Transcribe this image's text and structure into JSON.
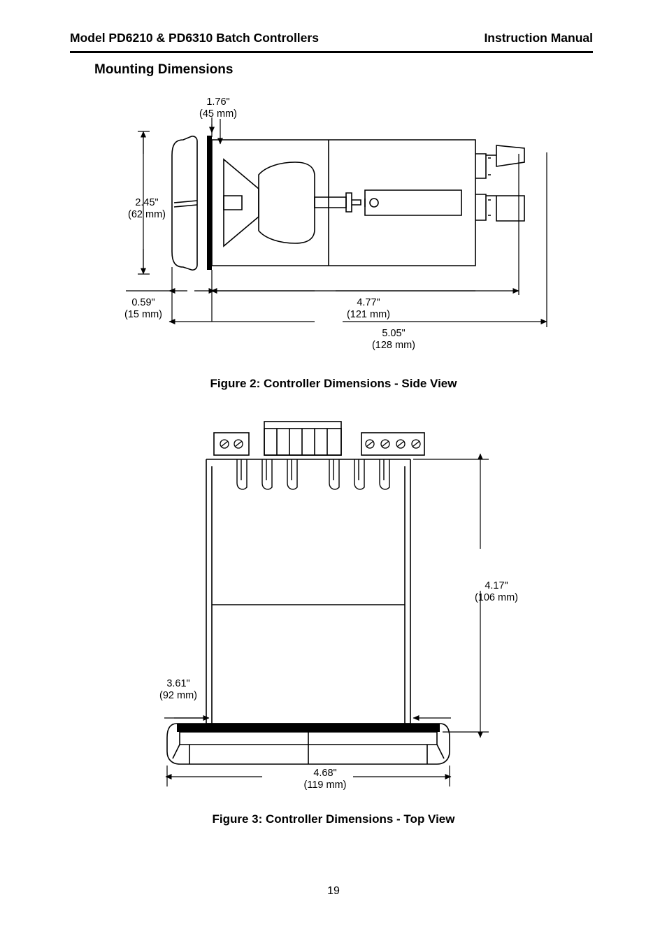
{
  "header": {
    "left": "Model PD6210 & PD6310 Batch Controllers",
    "right": "Instruction Manual"
  },
  "section": {
    "title": "Mounting Dimensions"
  },
  "figure2": {
    "caption": "Figure 2: Controller Dimensions - Side View",
    "dimensions": {
      "top_width_in": "1.76\"",
      "top_width_mm": "(45 mm)",
      "height_in": "2.45\"",
      "height_mm": "(62 mm)",
      "bezel_depth_in": "0.59\"",
      "bezel_depth_mm": "(15 mm)",
      "body_depth_in": "4.77\"",
      "body_depth_mm": "(121 mm)",
      "overall_depth_in": "5.05\"",
      "overall_depth_mm": "(128 mm)"
    }
  },
  "figure3": {
    "caption": "Figure 3: Controller Dimensions - Top View",
    "dimensions": {
      "depth_in": "4.17\"",
      "depth_mm": "(106 mm)",
      "case_width_in": "3.61\"",
      "case_width_mm": "(92 mm)",
      "bezel_width_in": "4.68\"",
      "bezel_width_mm": "(119 mm)"
    }
  },
  "footer": {
    "page_number": "19"
  }
}
